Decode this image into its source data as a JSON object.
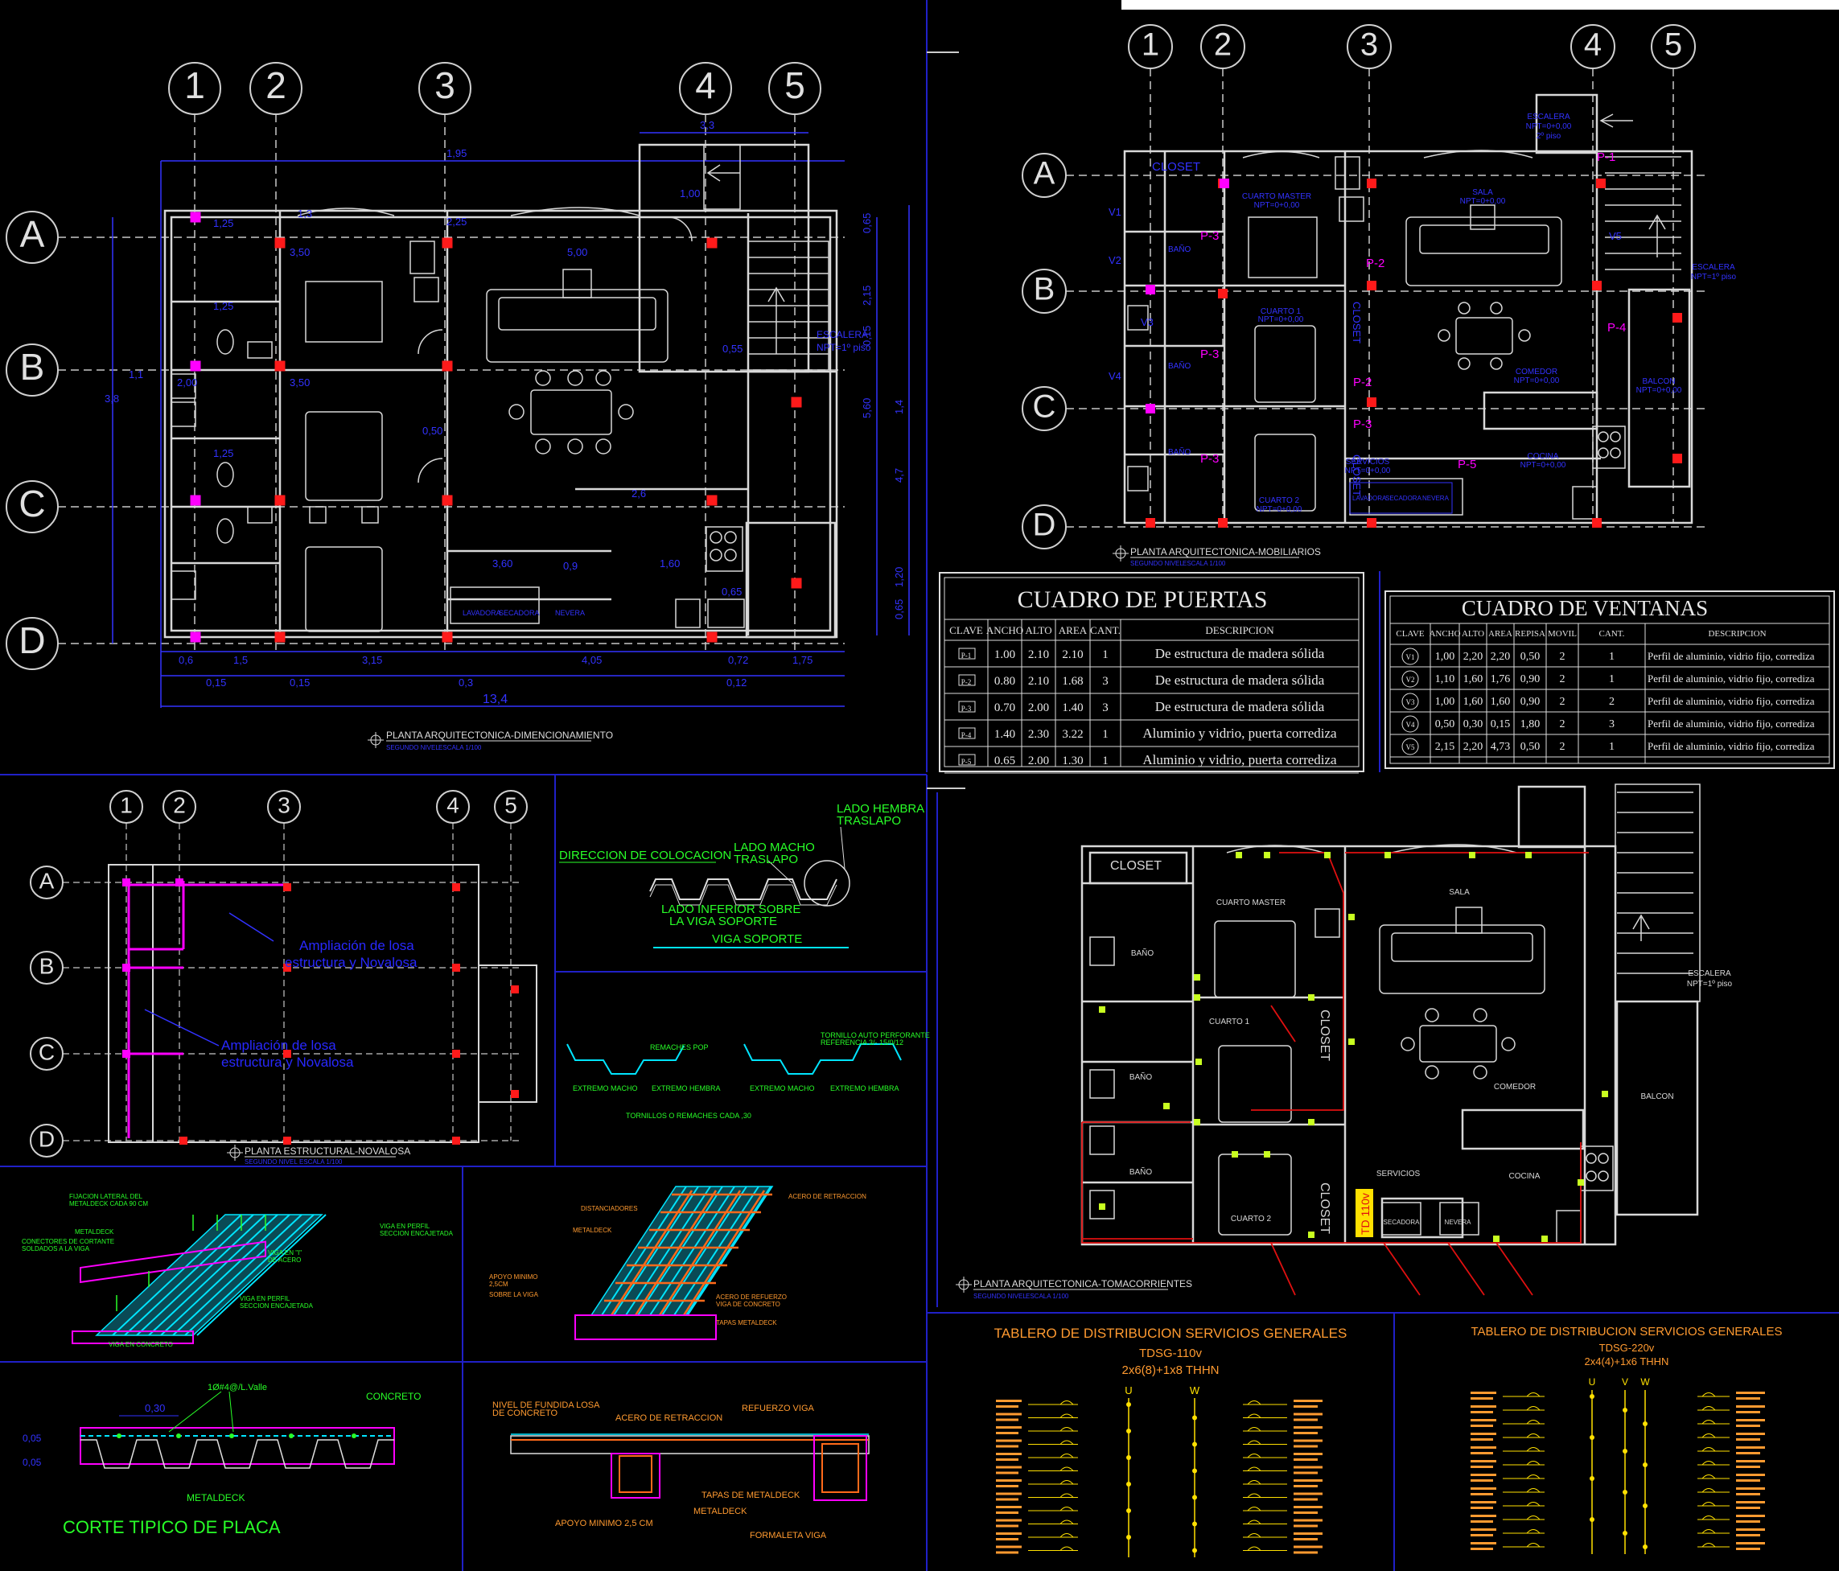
{
  "axes": {
    "numbers": [
      "1",
      "2",
      "3",
      "4",
      "5"
    ],
    "letters": [
      "A",
      "B",
      "C",
      "D"
    ]
  },
  "plan1": {
    "title": "PLANTA ARQUITECTONICA-DIMENCIONAMIENTO",
    "subtitle": "SEGUNDO NIVEL",
    "scale": "ESCALA 1/100",
    "dims_bottom": [
      "0,6",
      "1,5",
      "3,15",
      "4,05",
      "0,72",
      "1,75"
    ],
    "dims_bottom2": [
      "0,15",
      "0,15",
      "0,3",
      "0,12"
    ],
    "total": "13,4",
    "dims_top": [
      "1,95",
      "3,3",
      "2,25",
      "1,00"
    ],
    "right_dims": [
      "0,65",
      "2,15",
      "0,15",
      "5,60",
      "1,4",
      "4,7",
      "0,65",
      "1,20"
    ],
    "inner_dims": [
      "3,50",
      "5,00",
      "3,50",
      "0,50",
      "2,6",
      "0,55",
      "1,25",
      "1,25",
      "1,25",
      "0,9",
      "1,60",
      "0,65",
      "3,60",
      "2,00",
      "1,3",
      "3,8",
      "1,1"
    ],
    "stair": "ESCALERA",
    "stair_level": "NPT=1º piso",
    "appliances": [
      "LAVADORA",
      "SECADORA",
      "NEVERA"
    ]
  },
  "plan2": {
    "title": "PLANTA ARQUITECTONICA-MOBILIARIOS",
    "subtitle": "SEGUNDO NIVEL",
    "scale": "ESCALA 1/100",
    "rooms": [
      {
        "name": "CUARTO MASTER",
        "level": "NPT=0+0,00"
      },
      {
        "name": "SALA",
        "level": "NPT=0+0,00"
      },
      {
        "name": "CUARTO 1",
        "level": "NPT=0+0,00"
      },
      {
        "name": "COMEDOR",
        "level": "NPT=0+0,00"
      },
      {
        "name": "CUARTO 2",
        "level": "NPT=0+0,00"
      },
      {
        "name": "SERVICIOS",
        "level": "NPT=0+0,00"
      },
      {
        "name": "COCINA",
        "level": "NPT=0+0,00"
      },
      {
        "name": "BALCON",
        "level": "NPT=0+0,00"
      }
    ],
    "closet": "CLOSET",
    "bano": "BAÑO",
    "stair_top": "ESCALERA",
    "stair_top_level": "NPT=0+0,00",
    "stair_top_level2": "2º piso",
    "stair_right": "ESCALERA",
    "stair_right_level": "NPT=1º piso",
    "doors": [
      "P-1",
      "P-2",
      "P-3",
      "P-4",
      "P-5"
    ],
    "windows": [
      "V1",
      "V2",
      "V3",
      "V4",
      "V5"
    ],
    "appliances": [
      "LAVADORA",
      "SECADORA",
      "NEVERA"
    ]
  },
  "puertas": {
    "title": "CUADRO DE PUERTAS",
    "headers": [
      "CLAVE",
      "ANCHO",
      "ALTO",
      "AREA",
      "CANT.",
      "DESCRIPCION"
    ],
    "rows": [
      [
        "P-1",
        "1.00",
        "2.10",
        "2.10",
        "1",
        "De estructura de madera sólida"
      ],
      [
        "P-2",
        "0.80",
        "2.10",
        "1.68",
        "3",
        "De estructura de madera sólida"
      ],
      [
        "P-3",
        "0.70",
        "2.00",
        "1.40",
        "3",
        "De estructura de madera sólida"
      ],
      [
        "P-4",
        "1.40",
        "2.30",
        "3.22",
        "1",
        "Aluminio y vidrio, puerta corrediza"
      ],
      [
        "P-5",
        "0.65",
        "2.00",
        "1.30",
        "1",
        "Aluminio y vidrio, puerta corrediza"
      ]
    ]
  },
  "ventanas": {
    "title": "CUADRO DE VENTANAS",
    "headers": [
      "CLAVE",
      "ANCHO",
      "ALTO",
      "AREA",
      "REPISA",
      "MOVIL",
      "CANT.",
      "DESCRIPCION"
    ],
    "rows": [
      [
        "V1",
        "1,00",
        "2,20",
        "2,20",
        "0,50",
        "2",
        "1",
        "Perfil de aluminio, vidrio fijo, corrediza"
      ],
      [
        "V2",
        "1,10",
        "1,60",
        "1,76",
        "0,90",
        "2",
        "1",
        "Perfil de aluminio, vidrio fijo, corrediza"
      ],
      [
        "V3",
        "1,00",
        "1,60",
        "1,60",
        "0,90",
        "2",
        "2",
        "Perfil de aluminio, vidrio fijo, corrediza"
      ],
      [
        "V4",
        "0,50",
        "0,30",
        "0,15",
        "1,80",
        "2",
        "3",
        "Perfil de aluminio, vidrio fijo, corrediza"
      ],
      [
        "V5",
        "2,15",
        "2,20",
        "4,73",
        "0,50",
        "2",
        "1",
        "Perfil de aluminio, vidrio fijo, corrediza"
      ]
    ]
  },
  "struct": {
    "title": "PLANTA ESTRUCTURAL-NOVALOSA",
    "subtitle": "SEGUNDO NIVEL",
    "scale": "ESCALA 1/100",
    "note1_a": "Ampliación de losa",
    "note1_b": "estructura y Novalosa",
    "note2_a": "Ampliación de losa",
    "note2_b": "estructura y Novalosa"
  },
  "detail_traslapo": {
    "label1": "DIRECCION DE COLOCACION",
    "label2_a": "LADO MACHO",
    "label2_b": "TRASLAPO",
    "label3_a": "LADO HEMBRA",
    "label3_b": "TRASLAPO",
    "label4_a": "LADO INFERIOR SOBRE",
    "label4_b": "LA VIGA SOPORTE",
    "label5": "VIGA SOPORTE"
  },
  "detail_profiles": {
    "remaches": "REMACHES POP",
    "tornillo_a": "TORNILLO AUTO PERFORANTE",
    "tornillo_b": "REFERENCIA 3/- 15/0/12",
    "macho": "EXTREMO MACHO",
    "hembra": "EXTREMO HEMBRA",
    "note": "TORNILLOS O REMACHES CADA ,30"
  },
  "detail_iso1": {
    "l1_a": "FIJACION LATERAL DEL",
    "l1_b": "METALDECK CADA 90 CM",
    "l2": "METALDECK",
    "l3_a": "CONECTORES DE CORTANTE",
    "l3_b": "SOLDADOS A LA VIGA",
    "l4": "VIGA EN CONCRETO",
    "l5_a": "VIGA EN PERFIL",
    "l5_b": "SECCION ENCAJETADA",
    "l6_a": "VIGA EN \"I\"",
    "l6_b": "DE ACERO",
    "l7_a": "VIGA EN PERFIL",
    "l7_b": "SECCION ENCAJETADA"
  },
  "detail_iso2": {
    "l1": "DISTANCIADORES",
    "l2": "METALDECK",
    "l3": "ACERO DE RETRACCION",
    "l4_a": "APOYO MINIMO",
    "l4_b": "2,5CM",
    "l4_c": "SOBRE LA VIGA",
    "l5_a": "ACERO DE REFUERZO",
    "l5_b": "VIGA DE CONCRETO",
    "l6": "TAPAS METALDECK"
  },
  "corte": {
    "title": "CORTE TIPICO DE PLACA",
    "d1": "0,30",
    "d2": "0,05",
    "d3": "0,05",
    "l1": "1Ø#4@/L.Valle",
    "l2": "CONCRETO",
    "l3": "METALDECK"
  },
  "detail_section": {
    "l1_a": "NIVEL DE FUNDIDA LOSA",
    "l1_b": "DE CONCRETO",
    "l2": "ACERO DE RETRACCION",
    "l3": "REFUERZO VIGA",
    "l4": "TAPAS DE METALDECK",
    "l5": "METALDECK",
    "l6": "APOYO MINIMO 2,5 CM",
    "l7": "FORMALETA VIGA"
  },
  "plan3": {
    "title": "PLANTA ARQUITECTONICA-TOMACORRIENTES",
    "subtitle": "SEGUNDO NIVEL",
    "scale": "ESCALA 1/100",
    "rooms": [
      "CLOSET",
      "CUARTO MASTER",
      "SALA",
      "BAÑO",
      "CUARTO 1",
      "CLOSET",
      "COMEDOR",
      "BALCON",
      "BAÑO",
      "BAÑO",
      "SERVICIOS",
      "COCINA",
      "CUARTO 2",
      "CLOSET",
      "SECADORA",
      "NEVERA"
    ],
    "stair": "ESCALERA",
    "stair_level": "NPT=1º piso",
    "tablero": "TD 110v"
  },
  "tablero1": {
    "title": "TABLERO DE DISTRIBUCION SERVICIOS GENERALES",
    "sub1": "TDSG-110v",
    "sub2": "2x6(8)+1x8 THHN",
    "phases": [
      "U",
      "W"
    ]
  },
  "tablero2": {
    "title": "TABLERO DE DISTRIBUCION SERVICIOS GENERALES",
    "sub1": "TDSG-220v",
    "sub2": "2x4(4)+1x6 THHN",
    "phases": [
      "U",
      "V",
      "W"
    ]
  },
  "colors": {
    "background": "#000000",
    "panel_border": "#2020c8",
    "wall": "#d8d8d8",
    "axis": "#c8c8c8",
    "dimension": "#3232ff",
    "column": "#ff1a1a",
    "pink": "#ff00ff",
    "green": "#28ff28",
    "cyan": "#00e5ff",
    "orange": "#ff9a30",
    "yellow": "#ffe000",
    "red_circuit": "#e01010"
  }
}
